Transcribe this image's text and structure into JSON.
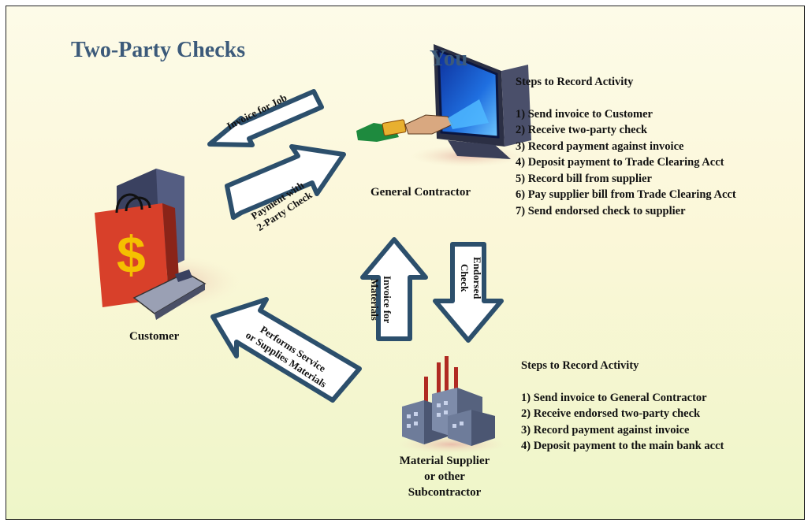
{
  "title": "Two-Party Checks",
  "you_label": "You",
  "nodes": {
    "general_contractor": "General Contractor",
    "customer": "Customer",
    "supplier": [
      "Material Supplier",
      "or other",
      "Subcontractor"
    ]
  },
  "arrows": {
    "invoice_for_job": "Invoice for Job",
    "payment": [
      "Payment with",
      "2-Party Check"
    ],
    "invoice_for_materials": [
      "Invoice for",
      "Materials"
    ],
    "endorsed_check": [
      "Endorsed",
      "Check"
    ],
    "performs_service": [
      "Performs Service",
      "or Supplies Materials"
    ]
  },
  "gc_steps": {
    "heading": "Steps to Record Activity",
    "items": [
      "1) Send invoice to Customer",
      "2) Receive two-party check",
      "3) Record payment against invoice",
      "4) Deposit payment to Trade Clearing Acct",
      "5) Record bill from supplier",
      "6) Pay supplier bill from Trade Clearing Acct",
      "7) Send endorsed check to supplier"
    ]
  },
  "supplier_steps": {
    "heading": "Steps to Record Activity",
    "items": [
      "1) Send invoice to General Contractor",
      "2) Receive endorsed two-party check",
      "3) Record payment against invoice",
      "4) Deposit payment to the main  bank acct"
    ]
  },
  "colors": {
    "title": "#3c5a7a",
    "arrow_stroke": "#2c4f6c",
    "arrow_fill": "#ffffff",
    "bag": "#d8402a",
    "dollar": "#f5c000",
    "monitor_screen": "#1a4fd0",
    "factory": "#6e7c9a",
    "chimney": "#b02a22"
  }
}
